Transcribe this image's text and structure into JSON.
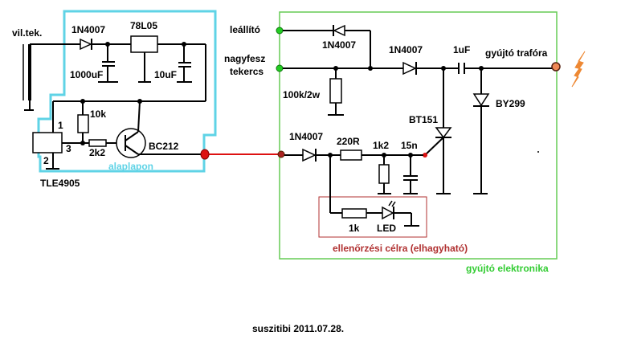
{
  "diagram": {
    "type": "circuit-schematic",
    "left_board": {
      "title": "alaplapon",
      "border_color": "#5fd3e6",
      "components": {
        "pickup_coil": "vil.tek.",
        "diode": "1N4007",
        "regulator": "78L05",
        "cap_in": "1000uF",
        "cap_out": "10uF",
        "resistor_pullup": "10k",
        "resistor_base": "2k2",
        "transistor": "BC212",
        "hall_sensor": "TLE4905",
        "hall_pin1": "1",
        "hall_pin2": "2",
        "hall_pin3": "3"
      }
    },
    "right_board": {
      "title": "gyújtó elektronika",
      "border_color": "#66cc55",
      "inputs": {
        "stop": "leállító",
        "hv_coil_line1": "nagyfesz",
        "hv_coil_line2": "tekercs"
      },
      "components": {
        "diode_stop": "1N4007",
        "diode_hv": "1N4007",
        "resistor_hv": "100k/2w",
        "cap_main": "1uF",
        "output": "gyújtó trafóra",
        "diode_out": "BY299",
        "thyristor": "BT151",
        "diode_trigger": "1N4007",
        "resistor_220": "220R",
        "resistor_1k2": "1k2",
        "cap_15n": "15n"
      },
      "check_section": {
        "caption": "ellenőrzési célra (elhagyható)",
        "border_color": "#b03030",
        "resistor": "1k",
        "led": "LED"
      }
    },
    "connector_colors": {
      "green": "#22cc22",
      "red": "#dd1111",
      "orange": "#ee8855",
      "spark": "#ee8833"
    },
    "footer": "suszitibi 2011.07.28."
  }
}
